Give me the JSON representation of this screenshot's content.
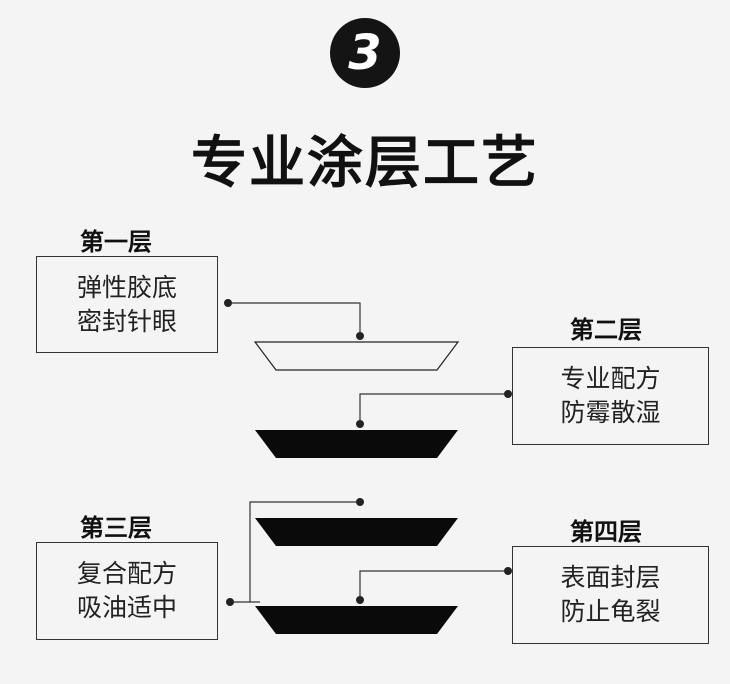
{
  "badge": "3",
  "title": "专业涂层工艺",
  "layers": [
    {
      "label": "第一层",
      "line1": "弹性胶底",
      "line2": "密封针眼"
    },
    {
      "label": "第二层",
      "line1": "专业配方",
      "line2": "防霉散湿"
    },
    {
      "label": "第三层",
      "line1": "复合配方",
      "line2": "吸油适中"
    },
    {
      "label": "第四层",
      "line1": "表面封层",
      "line2": "防止龟裂"
    }
  ]
}
